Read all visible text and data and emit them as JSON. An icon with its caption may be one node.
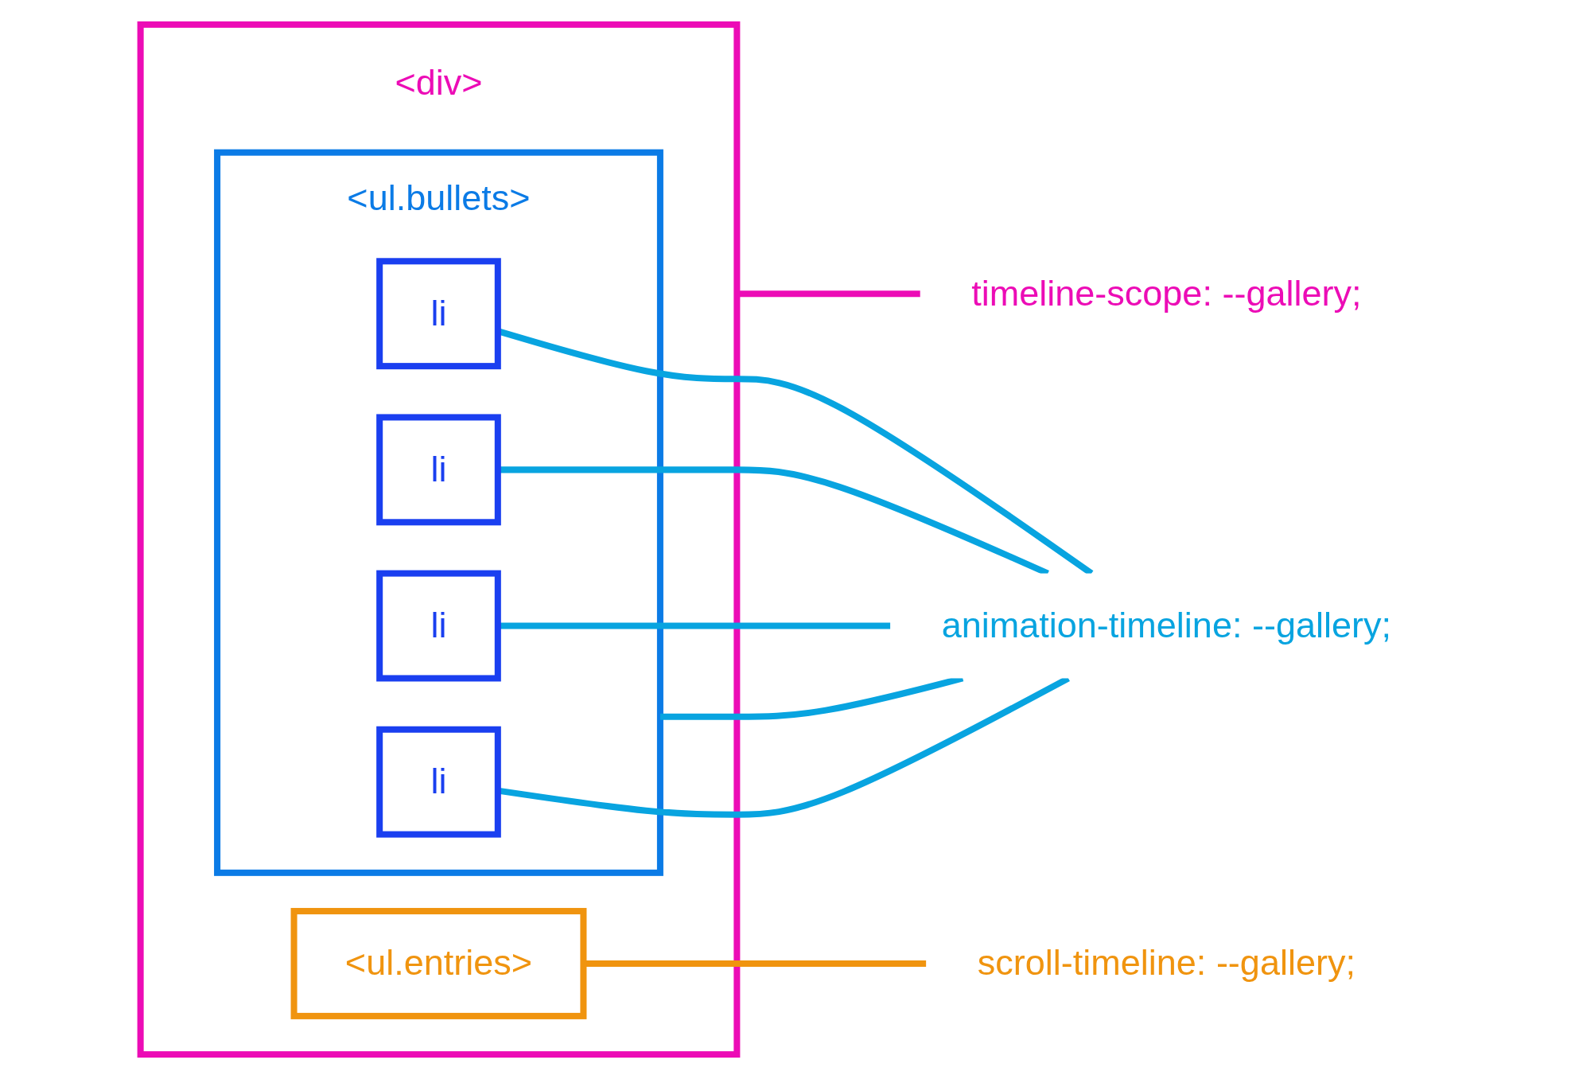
{
  "diagram": {
    "nodes": [
      {
        "text": [
          "<div>"
        ]
      },
      {
        "text": [
          "<ul.entries>"
        ],
        "in": 0
      },
      {
        "text": [
          "<ul.bullets>"
        ],
        "in": 0
      },
      {
        "text": [
          "li"
        ],
        "in": 2
      },
      {
        "text": [
          "li"
        ],
        "in": 2
      },
      {
        "text": [
          "li"
        ],
        "in": 2
      },
      {
        "text": [
          "li"
        ],
        "in": 2
      },
      {
        "text": [
          "timeline-scope: --gallery;"
        ]
      },
      {
        "text": [
          "scroll-timeline: --gallery;"
        ]
      },
      {
        "text": [
          "animation-timeline: --gallery;"
        ]
      }
    ],
    "edges": [
      {
        "from": 0,
        "to": 7,
        "arrow": "none",
        "color": "#ec0cb6"
      },
      {
        "from": 1,
        "to": 8,
        "arrow": "none",
        "color": "#f0940f"
      },
      {
        "from": 3,
        "to": 9,
        "arrow": "none"
      },
      {
        "from": 4,
        "to": 9,
        "arrow": "none"
      },
      {
        "from": 5,
        "to": 9,
        "arrow": "none"
      },
      {
        "from": 6,
        "to": 9,
        "arrow": "none"
      },
      {
        "from": 2,
        "to": 9,
        "arrow": "none"
      }
    ]
  }
}
